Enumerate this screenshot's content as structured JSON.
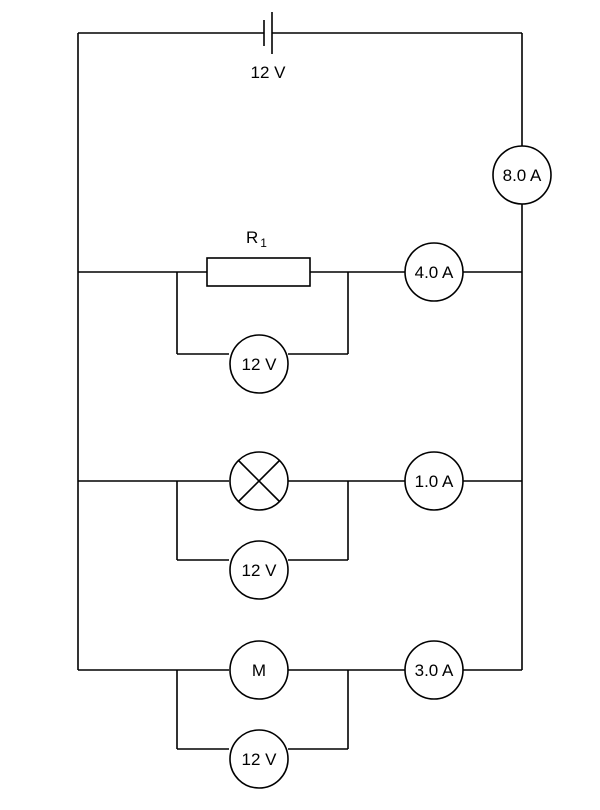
{
  "battery": {
    "label": "12 V"
  },
  "ammeters": {
    "main": "8.0 A",
    "branch_r1": "4.0 A",
    "branch_lamp": "1.0 A",
    "branch_motor": "3.0 A"
  },
  "voltmeters": {
    "r1": "12 V",
    "lamp": "12 V",
    "motor": "12 V"
  },
  "resistor": {
    "label": "R",
    "subscript": "1"
  },
  "motor": {
    "label": "M"
  }
}
